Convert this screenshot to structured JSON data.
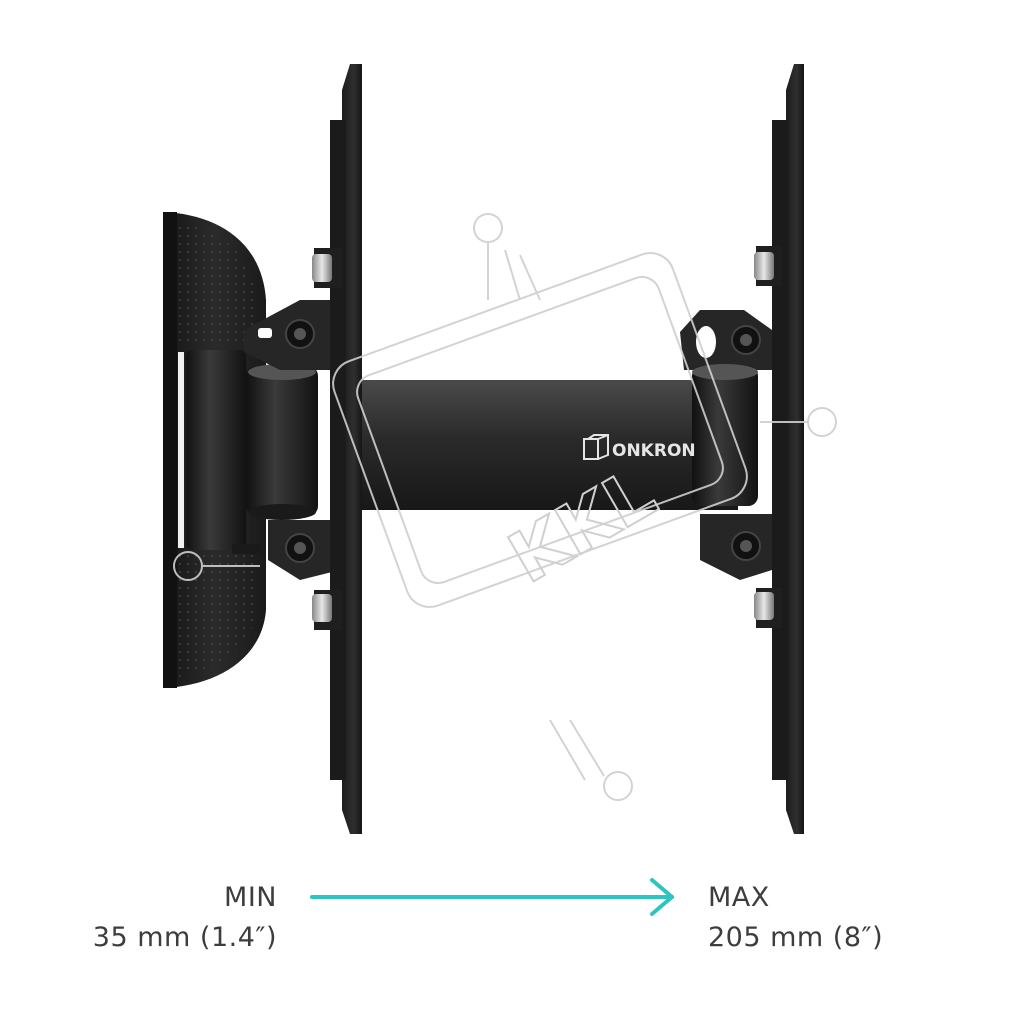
{
  "brand": {
    "name": "ONKRON",
    "logo_icon": "onkron-cube-icon"
  },
  "watermark": {
    "text": "KKL"
  },
  "range": {
    "min_label": "MIN",
    "min_value": "35 mm (1.4″)",
    "max_label": "MAX",
    "max_value": "205 mm (8″)"
  },
  "colors": {
    "arrow": "#2ec4c0",
    "text": "#3d3d3d",
    "metal": "#222222",
    "watermark": "#c8c8c8"
  }
}
